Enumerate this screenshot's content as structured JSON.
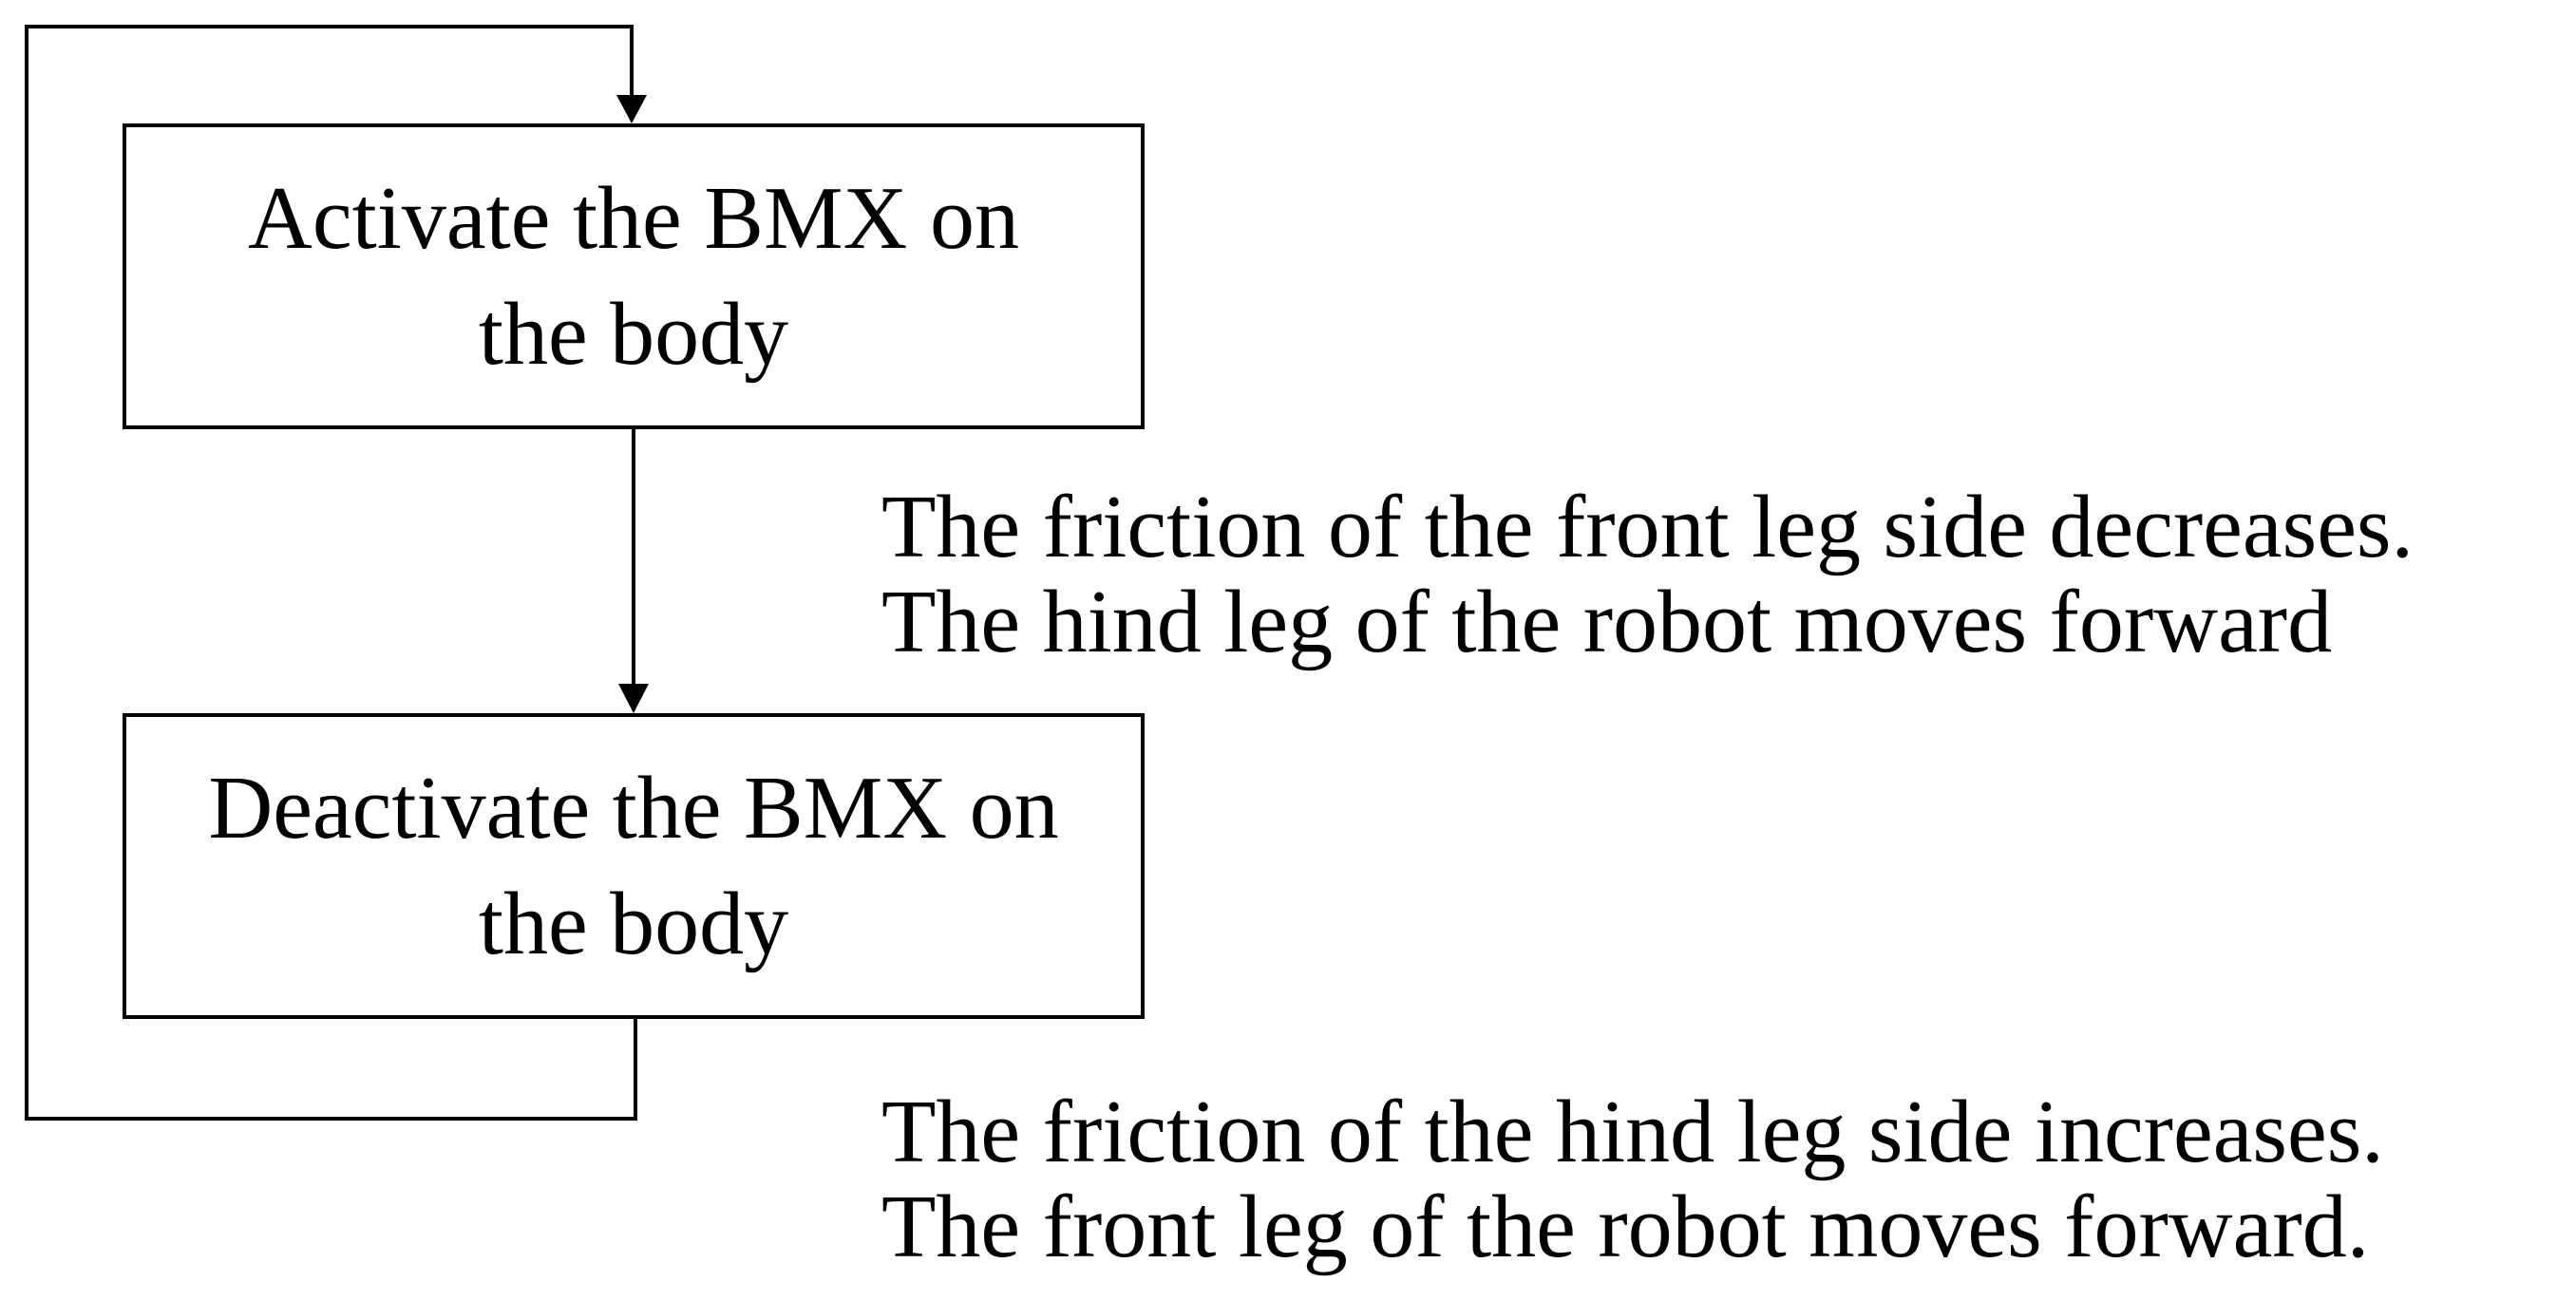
{
  "diagram": {
    "boxes": {
      "activate": "Activate the BMX on\nthe body",
      "deactivate": "Deactivate the BMX on\nthe body"
    },
    "notes": {
      "top": {
        "line1": "The friction of the front leg side decreases.",
        "line2": "The hind leg of the robot moves forward"
      },
      "bottom": {
        "line1": "The friction of the hind leg side increases.",
        "line2": "The front leg of the robot moves forward."
      }
    },
    "colors": {
      "stroke": "#000000",
      "background": "#ffffff"
    }
  }
}
